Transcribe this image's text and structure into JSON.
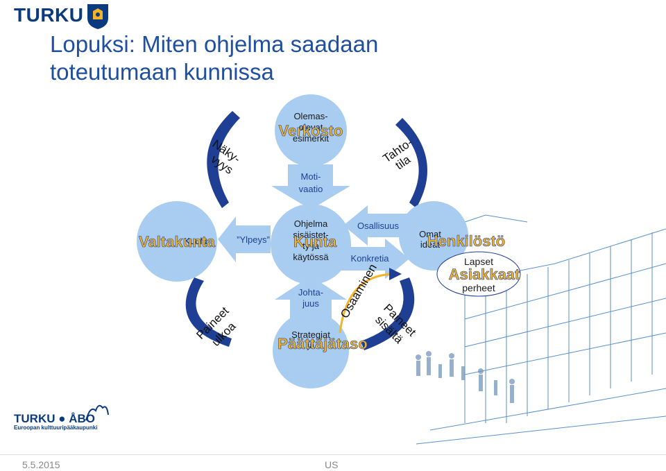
{
  "header": {
    "logo_text": "TURKU",
    "title_line1": "Lopuksi: Miten ohjelma saadaan",
    "title_line2": "toteutumaan kunnissa"
  },
  "diagram": {
    "top_circle": {
      "text1": "Olemas-",
      "text2": "olevat",
      "text3": "esimerkit",
      "overlay": "Verkosto"
    },
    "left_circle": {
      "text": "Kuulu",
      "overlay": "Valtakunta"
    },
    "center_circle": {
      "text1": "Ohjelma",
      "text2": "sisäistet-",
      "text3": "ty ja",
      "text4": "käytössä",
      "overlay": "Kunta"
    },
    "right_circle": {
      "text1": "Omat",
      "text2": "ideat",
      "overlay": "Henkilöstö"
    },
    "bottom_circle": {
      "text1": "Strategiat",
      "text2": "ja",
      "overlay": "Päättäjätaso"
    },
    "client_oval": {
      "text1": "Lapset",
      "text2": "perheet",
      "overlay": "Asiakkaat"
    },
    "arrows": {
      "motivation": "Moti-",
      "motivation2": "vaatio",
      "pride": "”Ylpeys”",
      "participation": "Osallisuus",
      "concreteness": "Konkretia",
      "leadership": "Johta-",
      "leadership2": "juus"
    },
    "curved": {
      "visibility1": "Näky-",
      "visibility2": "vyys",
      "target1": "Tahto-",
      "target2": "tila",
      "pressure_out1": "Paineet",
      "pressure_out2": "ulkoa",
      "pressure_in1": "Paineet",
      "pressure_in2": "sisältä",
      "competence": "Osaaminen"
    }
  },
  "footer": {
    "logo_text": "TURKU ● ÅBO",
    "logo_sub": "Euroopan kulttuuripääkaupunki",
    "date": "5.5.2015",
    "author": "US"
  },
  "colors": {
    "circle": "#a8cdf0",
    "arrow": "#1f3f95",
    "overlay_text": "#f3b326",
    "title": "#1f4fa0"
  }
}
